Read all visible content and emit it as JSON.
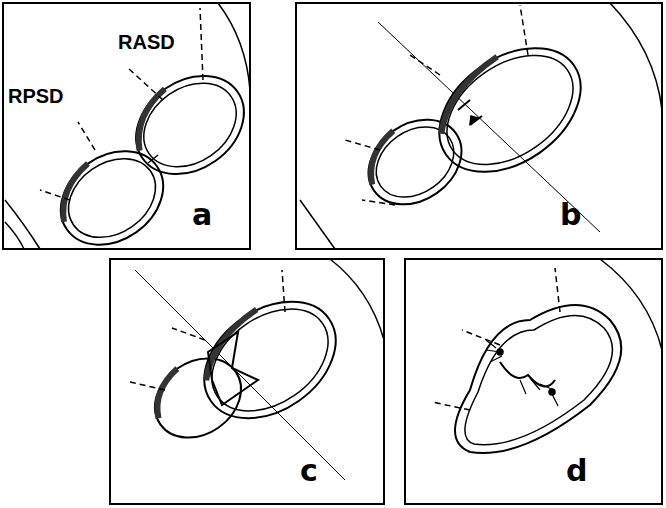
{
  "diagram": {
    "labels": [
      "RASD",
      "RPSD",
      "a",
      "b",
      "c",
      "d"
    ]
  }
}
